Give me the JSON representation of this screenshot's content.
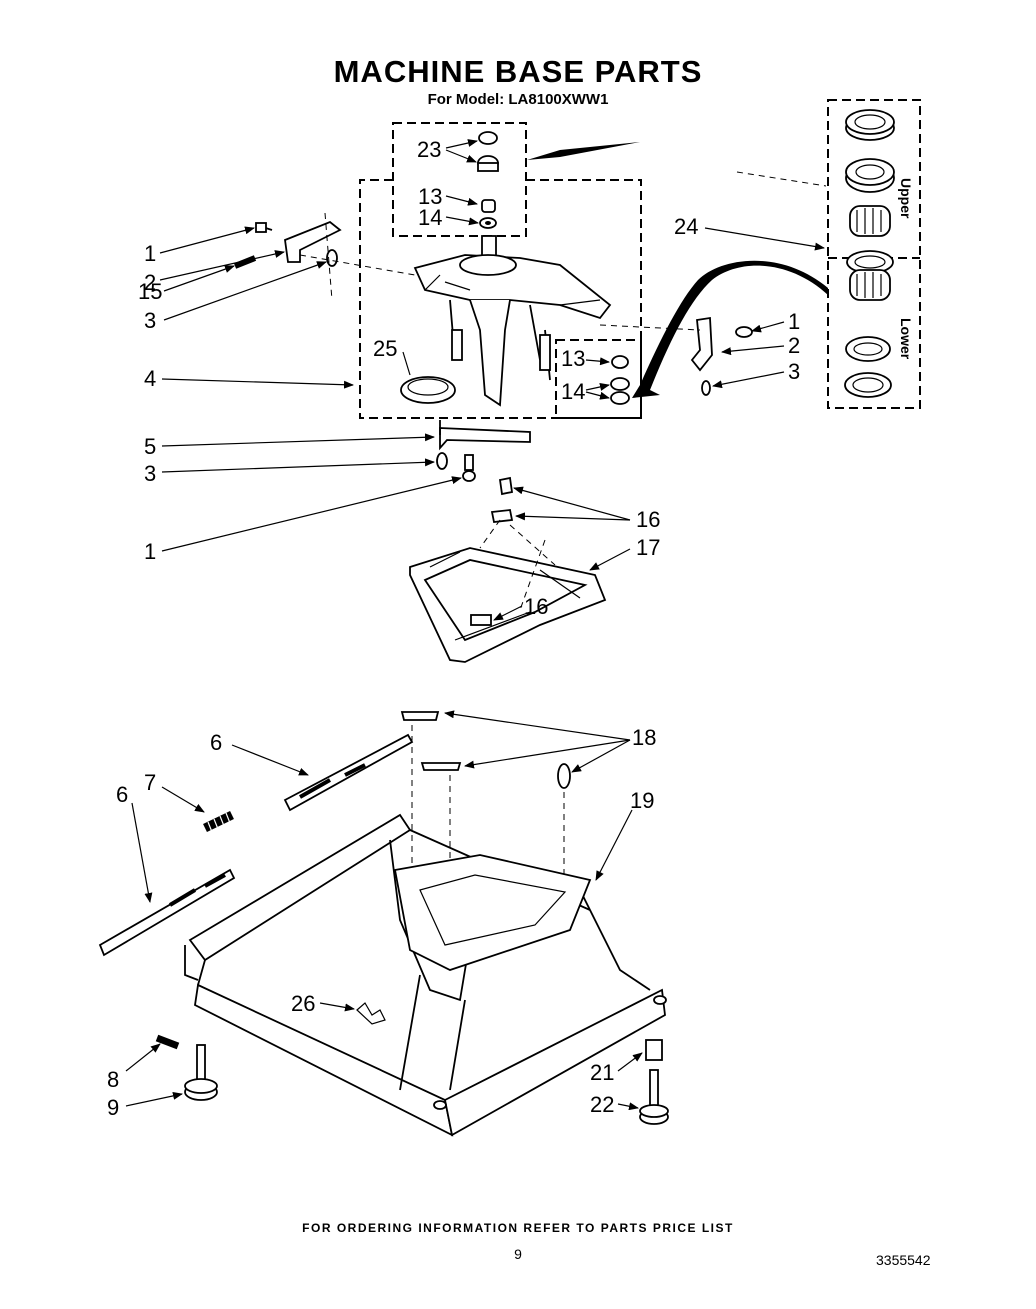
{
  "header": {
    "title": "MACHINE BASE PARTS",
    "model_line": "For Model: LA8100XWW1"
  },
  "kit": {
    "upper_label": "Upper",
    "lower_label": "Lower"
  },
  "callouts": {
    "c23": "23",
    "c13a": "13",
    "c14a": "14",
    "c24": "24",
    "c1a": "1",
    "c2a": "2",
    "c15": "15",
    "c3a": "3",
    "c4": "4",
    "c25": "25",
    "c13b": "13",
    "c14b": "14",
    "c1b": "1",
    "c2b": "2",
    "c3b": "3",
    "c5": "5",
    "c3c": "3",
    "c1c": "1",
    "c16a": "16",
    "c17": "17",
    "c16b": "16",
    "c6a": "6",
    "c7": "7",
    "c6b": "6",
    "c18": "18",
    "c19": "19",
    "c26": "26",
    "c8": "8",
    "c9": "9",
    "c21": "21",
    "c22": "22"
  },
  "footer": {
    "ordering_note": "FOR ORDERING INFORMATION REFER TO PARTS PRICE LIST",
    "page_number": "9",
    "document_number": "3355542"
  }
}
